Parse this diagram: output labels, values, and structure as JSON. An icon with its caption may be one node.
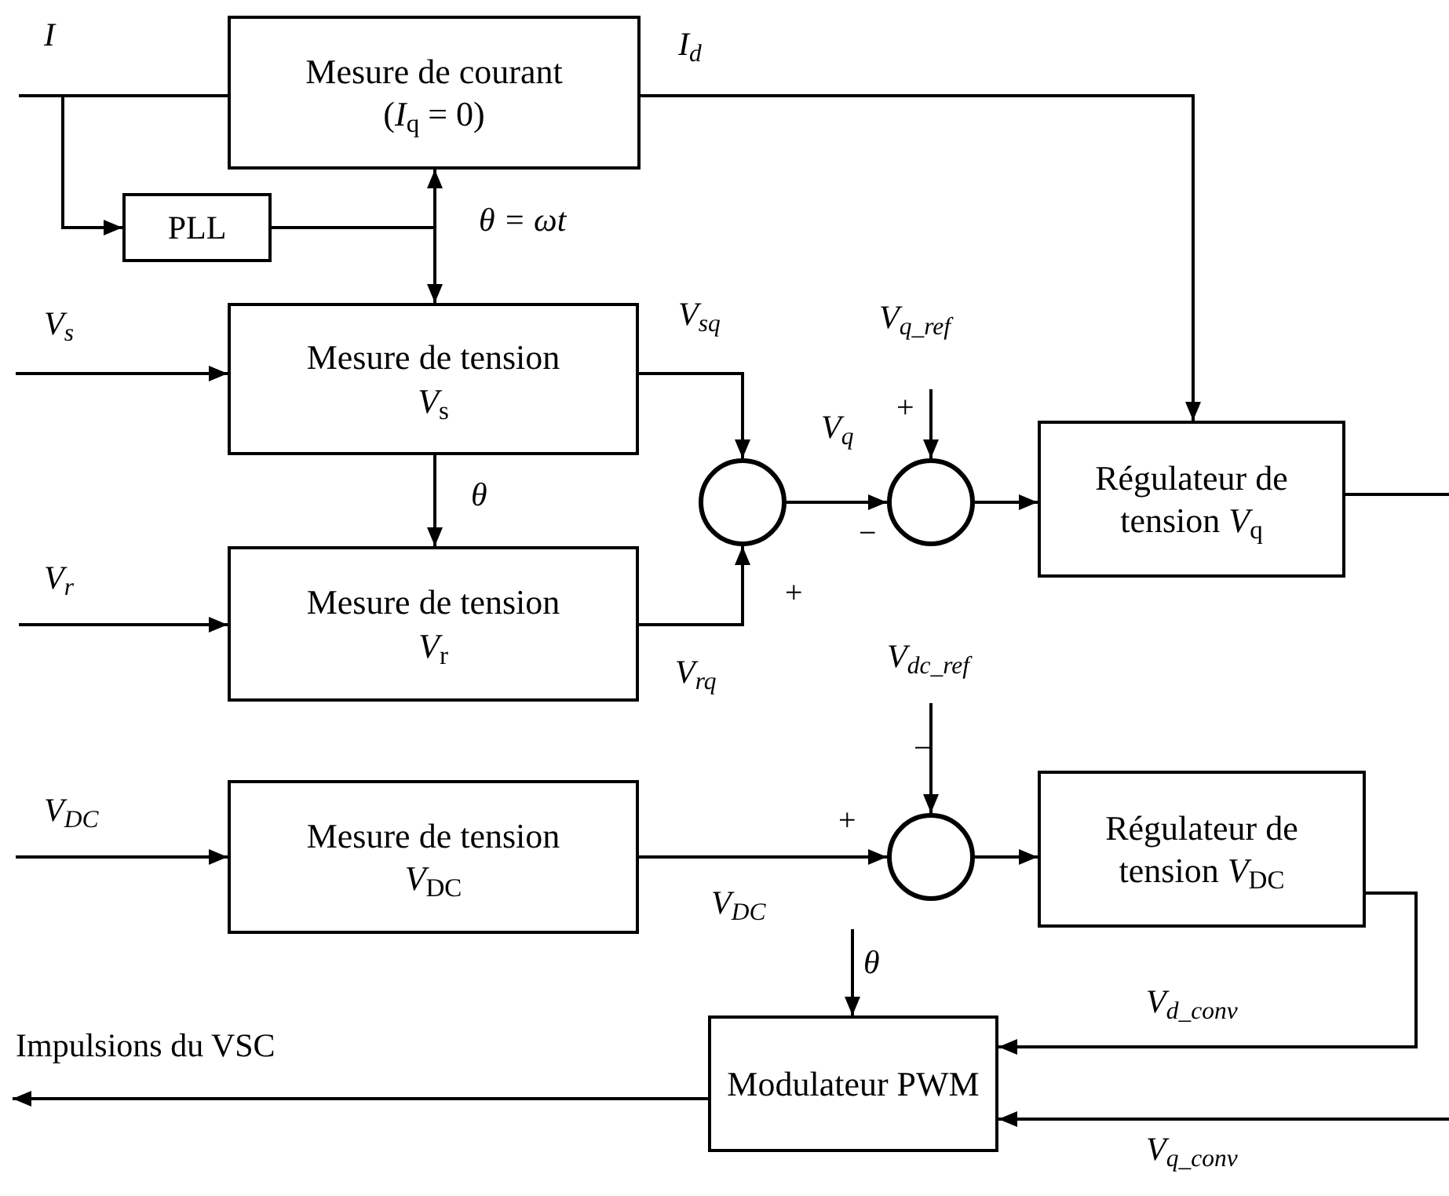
{
  "diagram": {
    "nodes": [
      {
        "text": [
          "Mesure de courant",
          "(*I*$_{q}$ = 0)"
        ]
      },
      {
        "text": [
          "PLL"
        ]
      },
      {
        "text": [
          "Mesure de tension",
          "*V*$_{s}$"
        ]
      },
      {
        "text": [
          "Mesure de tension",
          "*V*$_{r}$"
        ]
      },
      {
        "text": [],
        "shape": "circle"
      },
      {
        "text": [],
        "shape": "circle"
      },
      {
        "text": [
          "Régulateur de tension *V*$_{q}$"
        ]
      },
      {
        "text": [
          "Mesure de tension",
          "*V*$_{DC}$"
        ]
      },
      {
        "text": [],
        "shape": "circle"
      },
      {
        "text": [
          "Régulateur de tension *V*$_{DC}$"
        ]
      },
      {
        "text": [
          "Modulateur PWM"
        ]
      }
    ],
    "edges": [
      {
        "from": null,
        "to": 0,
        "arrow": "none",
        "label": "I"
      },
      {
        "from": null,
        "to": 1,
        "arrow": "to"
      },
      {
        "from": 1,
        "to": 0,
        "arrow": "to"
      },
      {
        "from": 1,
        "to": 2,
        "arrow": "to",
        "label": "θ = ωt"
      },
      {
        "from": 0,
        "to": 6,
        "arrow": "to",
        "label": "I$_{d}$"
      },
      {
        "from": null,
        "to": 2,
        "arrow": "to",
        "label": "V$_{s}$"
      },
      {
        "from": 2,
        "to": 4,
        "arrow": "to",
        "label": "V$_{sq}$"
      },
      {
        "from": 2,
        "to": 3,
        "arrow": "to",
        "label": "θ"
      },
      {
        "from": null,
        "to": 3,
        "arrow": "to",
        "label": "V$_{r}$"
      },
      {
        "from": 3,
        "to": 4,
        "arrow": "to",
        "label": "V$_{rq}$"
      },
      {
        "from": 4,
        "to": 5,
        "arrow": "to",
        "label": "V$_{q}$"
      },
      {
        "from": null,
        "to": 5,
        "arrow": "to",
        "label": "V$_{q_ref}$"
      },
      {
        "from": 5,
        "to": 6,
        "arrow": "to"
      },
      {
        "from": 6,
        "to": null,
        "arrow": "none"
      },
      {
        "from": null,
        "to": 8,
        "arrow": "to",
        "label": "V$_{dc_ref}$"
      },
      {
        "from": null,
        "to": 7,
        "arrow": "to",
        "label": "V$_{DC}$"
      },
      {
        "from": 7,
        "to": 8,
        "arrow": "to",
        "label": "V$_{DC}$"
      },
      {
        "from": 8,
        "to": 9,
        "arrow": "to"
      },
      {
        "from": 9,
        "to": 10,
        "arrow": "to",
        "label": "V$_{d_conv}$"
      },
      {
        "from": null,
        "to": 10,
        "arrow": "to",
        "label": "θ"
      },
      {
        "from": null,
        "to": 10,
        "arrow": "to",
        "label": "V$_{q_conv}$"
      },
      {
        "from": 10,
        "to": null,
        "arrow": "to",
        "label": "Impulsions du VSC"
      }
    ],
    "labels": [
      "+",
      "−",
      "+",
      "−",
      "+"
    ]
  }
}
